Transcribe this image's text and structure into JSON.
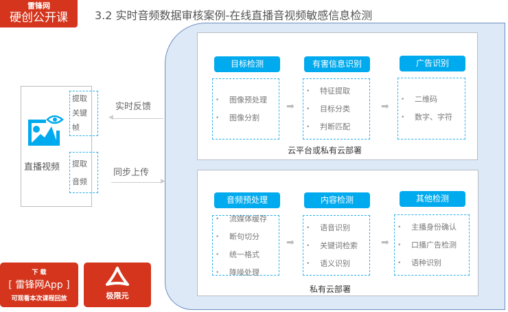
{
  "logo": {
    "small": "雷锋网",
    "big": "硬创公开课"
  },
  "title": "3.2 实时音频数据审核案例-在线直播音视频敏感信息检测",
  "source": {
    "label": "直播视频",
    "keyframe": [
      "提取",
      "关键",
      "帧"
    ],
    "audio": [
      "提取",
      "音频"
    ]
  },
  "connectors": {
    "feedback": "实时反馈",
    "upload": "同步上传"
  },
  "top": {
    "label": "云平台或私有云部署",
    "stages": [
      {
        "title": "目标检测",
        "items": [
          "图像预处理",
          "图像分割"
        ]
      },
      {
        "title": "有害信息识别",
        "items": [
          "特征提取",
          "目标分类",
          "判断匹配"
        ]
      },
      {
        "title": "广告识别",
        "items": [
          "二维码",
          "数字、字符"
        ]
      }
    ]
  },
  "bottom": {
    "label": "私有云部署",
    "stages": [
      {
        "title": "音频预处理",
        "items": [
          "流媒体缓存",
          "断句切分",
          "统一格式",
          "降噪处理"
        ]
      },
      {
        "title": "内容检测",
        "items": [
          "语音识别",
          "关键词检索",
          "语义识别"
        ]
      },
      {
        "title": "其他检测",
        "items": [
          "主播身份确认",
          "口播广告检测",
          "语种识别"
        ]
      }
    ]
  },
  "app_badge": {
    "top": "下 载",
    "main": "[ 雷锋网App ]",
    "sub": "可观看本次课程回放"
  },
  "brand_badge": {
    "label": "极限元"
  },
  "colors": {
    "accent": "#00aaee",
    "brand": "#d4351c"
  }
}
